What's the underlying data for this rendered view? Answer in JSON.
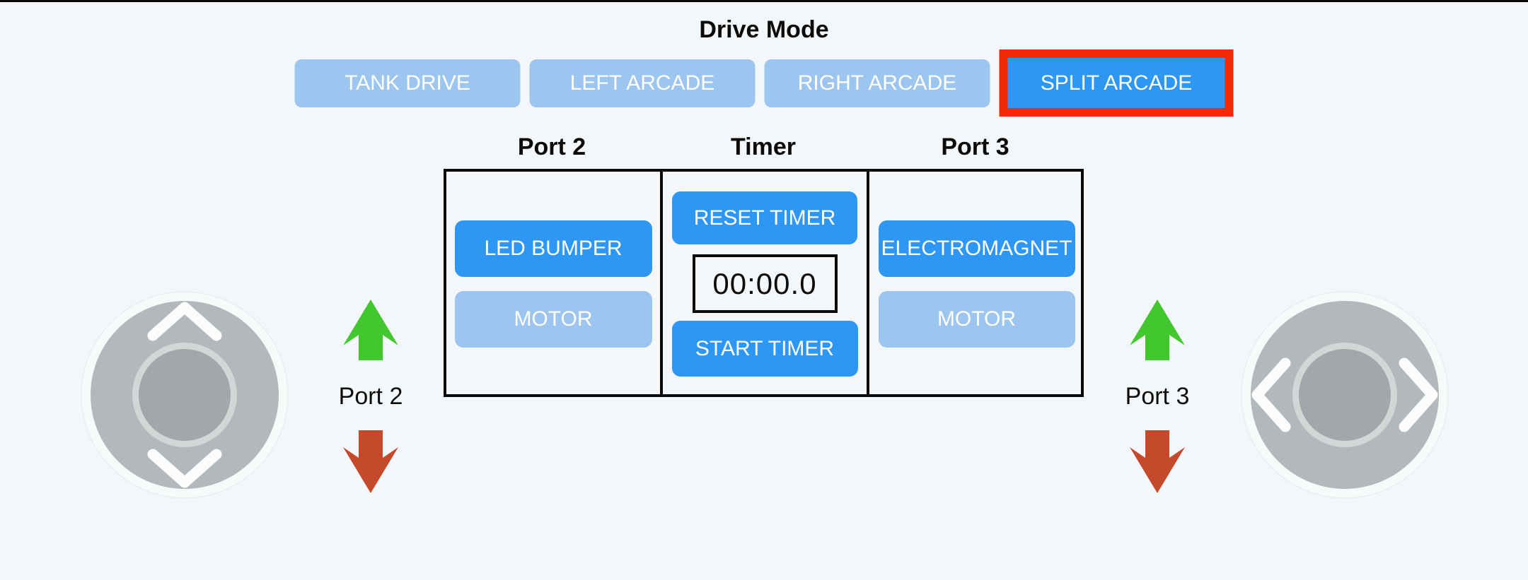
{
  "drive_mode": {
    "heading": "Drive Mode",
    "buttons": [
      {
        "label": "TANK DRIVE",
        "selected": false
      },
      {
        "label": "LEFT ARCADE",
        "selected": false
      },
      {
        "label": "RIGHT ARCADE",
        "selected": false
      },
      {
        "label": "SPLIT ARCADE",
        "selected": true
      }
    ]
  },
  "panel": {
    "headers": [
      "Port 2",
      "Timer",
      "Port 3"
    ],
    "port2": {
      "device_button": "LED BUMPER",
      "motor_button": "MOTOR"
    },
    "timer": {
      "reset_button": "RESET TIMER",
      "display": "00:00.0",
      "start_button": "START TIMER"
    },
    "port3": {
      "device_button": "ELECTROMAGNET",
      "motor_button": "MOTOR"
    }
  },
  "ports": {
    "left": {
      "label": "Port 2",
      "up_indicator": "green-up-arrow",
      "down_indicator": "red-down-arrow"
    },
    "right": {
      "label": "Port 3",
      "up_indicator": "green-up-arrow",
      "down_indicator": "red-down-arrow"
    }
  },
  "joysticks": {
    "left": {
      "axis": "vertical",
      "icons": [
        "chevron-up",
        "chevron-down"
      ]
    },
    "right": {
      "axis": "horizontal",
      "icons": [
        "chevron-left",
        "chevron-right"
      ]
    }
  },
  "colors": {
    "background": "#f3f7f9",
    "active_blue": "#2e96f3",
    "inactive_blue": "#9cc6f0",
    "selection_red": "#f22b06",
    "arrow_green": "#42c72f",
    "arrow_red": "#c5492b"
  }
}
